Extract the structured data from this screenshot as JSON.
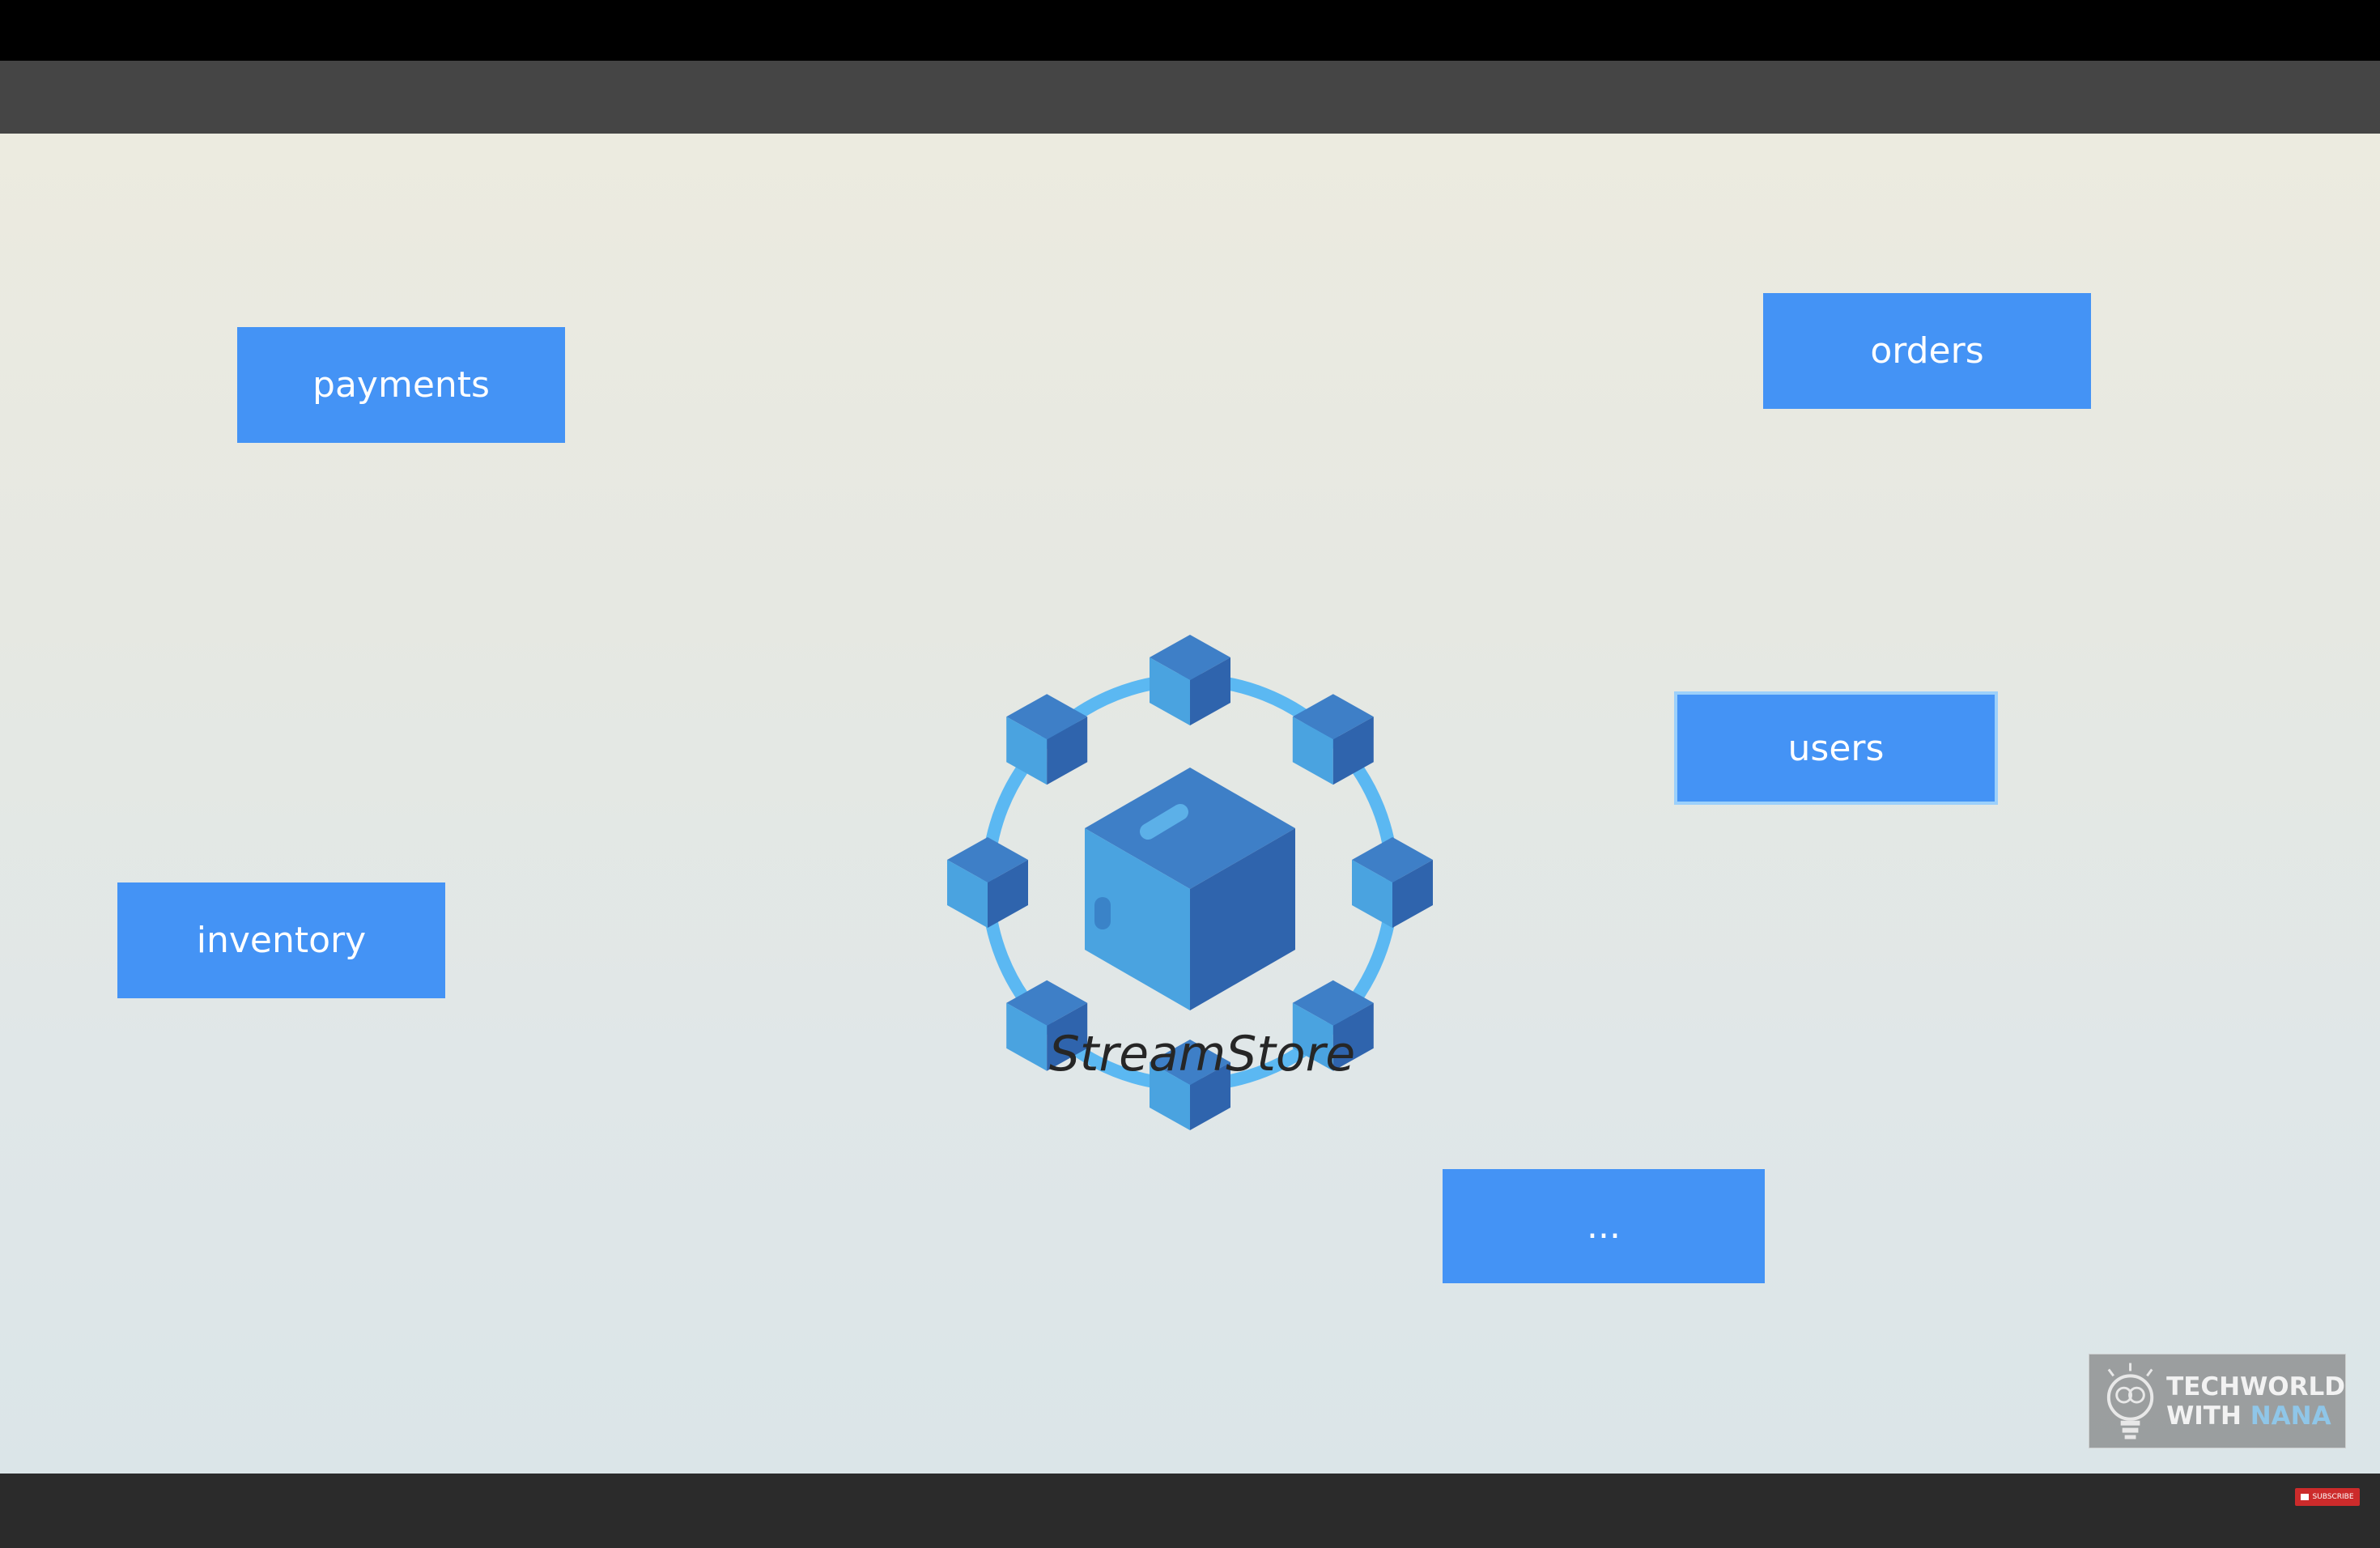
{
  "diagram": {
    "center_label": "StreamStore",
    "services": {
      "payments": "payments",
      "orders": "orders",
      "users": "users",
      "inventory": "inventory",
      "more": "..."
    }
  },
  "watermark": {
    "line1": "TECHWORLD",
    "line2_prefix": "WITH ",
    "line2_highlight": "NANA"
  },
  "subscribe_label": "SUBSCRIBE",
  "colors": {
    "service_box": "#4493f5",
    "ring": "#5bb8f2",
    "cube_light": "#4aa3e0",
    "cube_mid": "#3e7fc7",
    "cube_dark": "#2f64ad"
  }
}
